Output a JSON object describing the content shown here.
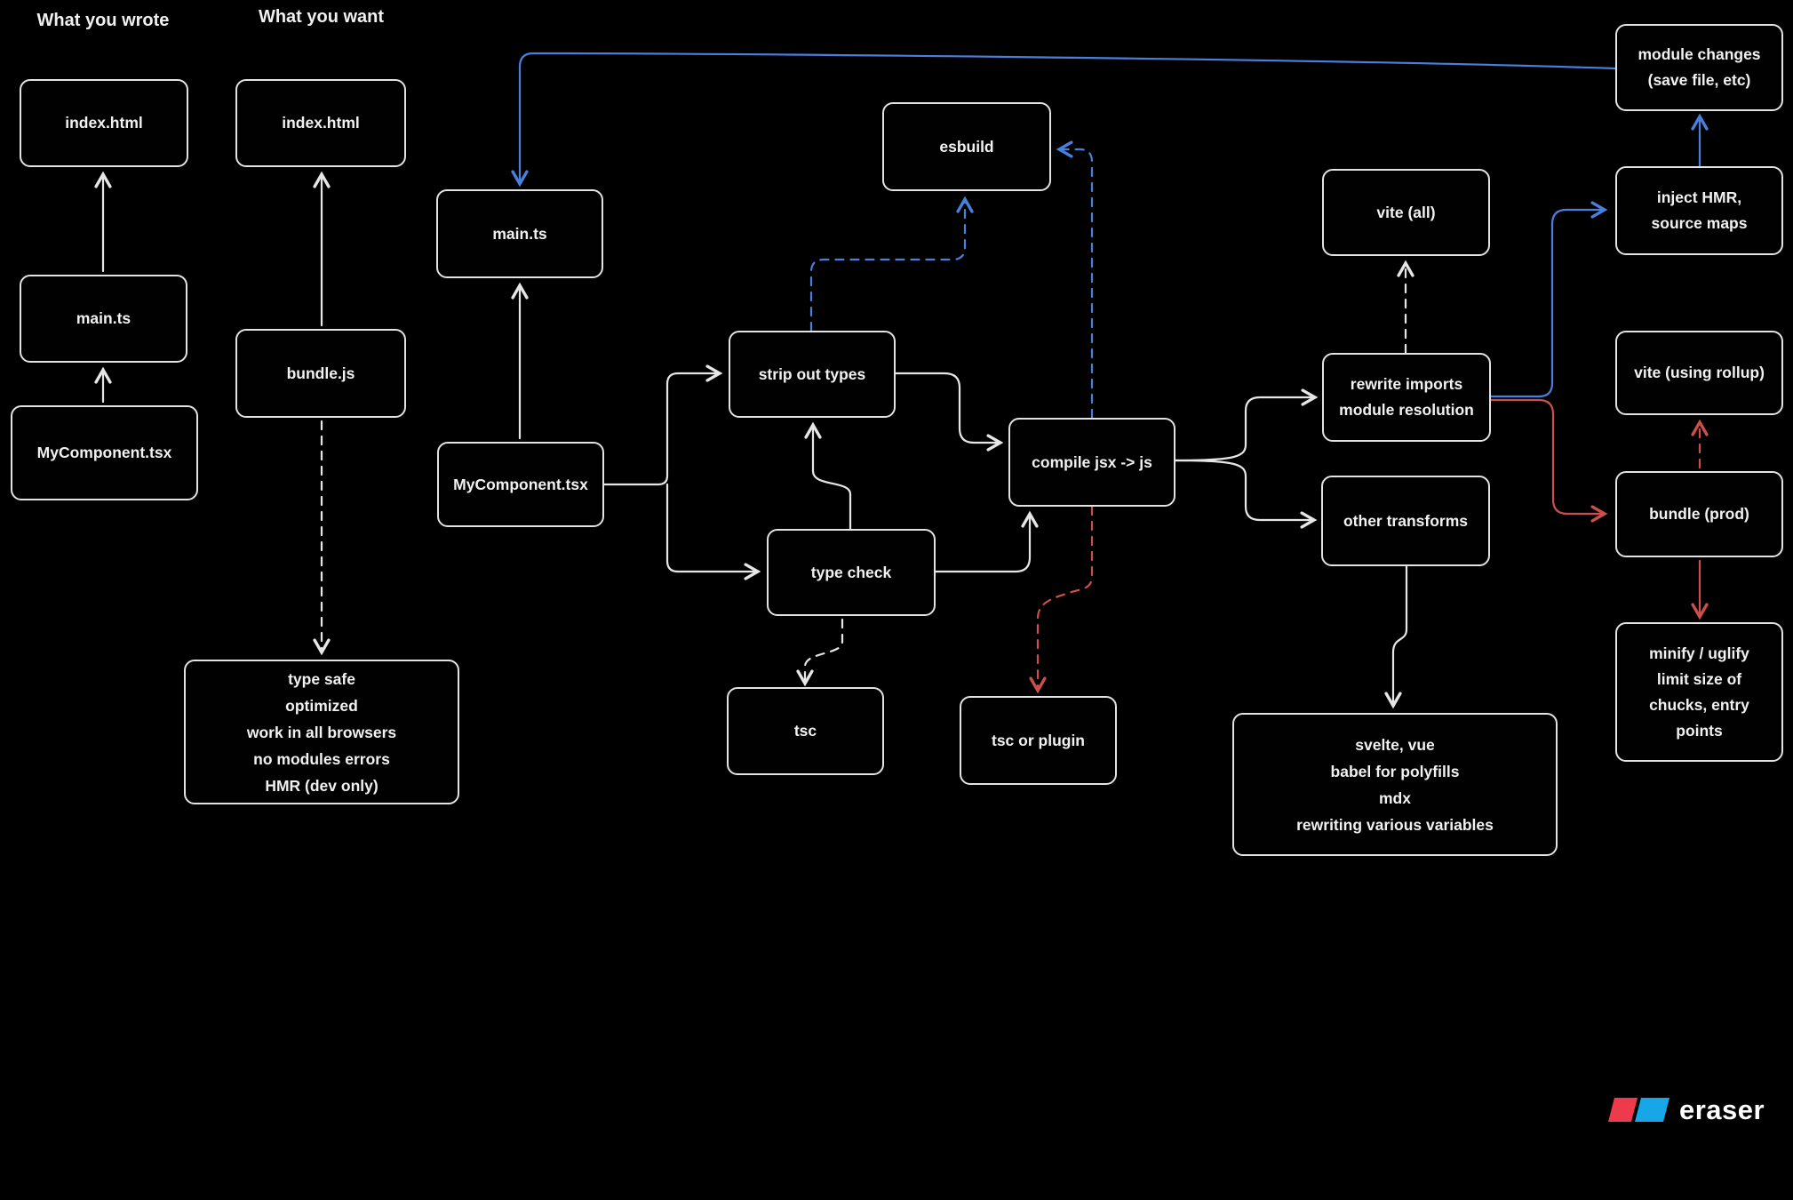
{
  "headers": {
    "wrote": "What you wrote",
    "want": "What you want"
  },
  "nodes": {
    "wrote_index": {
      "label": "index.html"
    },
    "wrote_main": {
      "label": "main.ts"
    },
    "wrote_mycomp": {
      "label": "MyComponent.tsx"
    },
    "want_index": {
      "label": "index.html"
    },
    "want_bundle": {
      "label": "bundle.js"
    },
    "want_results": {
      "lines": [
        "type safe",
        "optimized",
        "work in all browsers",
        "no modules errors",
        "HMR (dev only)"
      ]
    },
    "mid_main": {
      "label": "main.ts"
    },
    "mid_mycomp": {
      "label": "MyComponent.tsx"
    },
    "strip": {
      "label": "strip out types"
    },
    "type_check": {
      "label": "type check"
    },
    "tsc": {
      "label": "tsc"
    },
    "esbuild": {
      "label": "esbuild"
    },
    "compile": {
      "label": "compile jsx -> js"
    },
    "tsc_or_plugin": {
      "label": "tsc or plugin"
    },
    "vite_all": {
      "label": "vite (all)"
    },
    "rewrite": {
      "lines": [
        "rewrite imports",
        "module resolution"
      ]
    },
    "other": {
      "label": "other transforms"
    },
    "svelte": {
      "lines": [
        "svelte, vue",
        "babel for polyfills",
        "mdx",
        "rewriting various variables"
      ]
    },
    "module_changes": {
      "lines": [
        "module changes",
        "(save file, etc)"
      ]
    },
    "inject": {
      "lines": [
        "inject HMR,",
        "source maps"
      ]
    },
    "vite_rollup": {
      "label": "vite (using rollup)"
    },
    "bundle_prod": {
      "label": "bundle (prod)"
    },
    "minify": {
      "lines": [
        "minify / uglify",
        "limit size of",
        "chucks, entry",
        "points"
      ]
    }
  },
  "colors": {
    "background": "#000000",
    "line": "#e6e6e6",
    "box_border": "#e3e3e3",
    "accent_blue": "#4a80dd",
    "accent_red": "#cc4f4b",
    "logo_red": "#ee3a4d",
    "logo_blue": "#17a6e8"
  },
  "logo": {
    "text": "eraser"
  }
}
